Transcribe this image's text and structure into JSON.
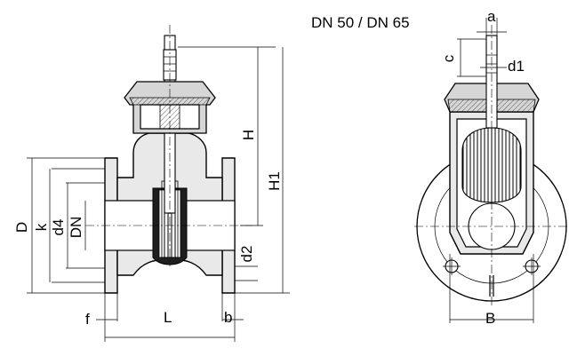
{
  "title": "DN 50 / DN 65",
  "labels": {
    "a": "a",
    "c": "c",
    "d1": "d1",
    "H": "H",
    "H1": "H1",
    "D": "D",
    "k": "k",
    "d4": "d4",
    "DN": "DN",
    "d2": "d2",
    "f": "f",
    "L": "L",
    "b": "b",
    "B": "B"
  }
}
